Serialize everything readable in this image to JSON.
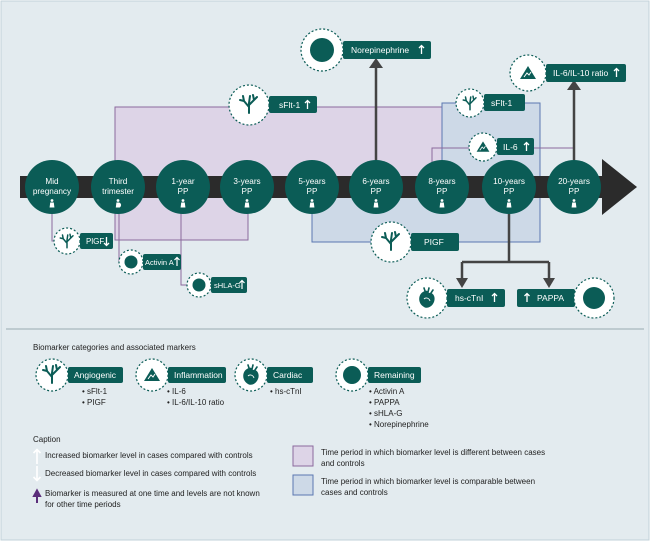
{
  "timeline": {
    "nodes": [
      {
        "label": "Mid pregnancy"
      },
      {
        "label": "Third trimester"
      },
      {
        "label": "1-year PP"
      },
      {
        "label": "3-years PP"
      },
      {
        "label": "5-years PP"
      },
      {
        "label": "6-years PP"
      },
      {
        "label": "8-years PP"
      },
      {
        "label": "10-years PP"
      },
      {
        "label": "20-years PP"
      }
    ]
  },
  "markers": {
    "sflt1_top": "sFlt-1",
    "sflt1_right": "sFlt-1",
    "il6": "IL-6",
    "norepinephrine": "Norepinephrine",
    "il6_il10": "IL-6/IL-10 ratio",
    "plgf_left": "PlGF",
    "activin_a": "Activin A",
    "shla_g": "sHLA-G",
    "plgf_right": "PIGF",
    "hs_ctni": "hs-cTnI",
    "pappa": "PAPPA"
  },
  "legend": {
    "title": "Biomarker categories and associated markers",
    "categories": [
      {
        "name": "Angiogenic",
        "markers": [
          "sFlt-1",
          "PIGF"
        ]
      },
      {
        "name": "Inflammation",
        "markers": [
          "IL-6",
          "IL-6/IL-10 ratio"
        ]
      },
      {
        "name": "Cardiac",
        "markers": [
          "hs-cTnI"
        ]
      },
      {
        "name": "Remaining",
        "markers": [
          "Activin A",
          "PAPPA",
          "sHLA-G",
          "Norepinephrine"
        ]
      }
    ]
  },
  "caption": {
    "title": "Caption",
    "increased": "Increased biomarker level in cases compared with controls",
    "decreased": "Decreased biomarker level in cases compared with controls",
    "single_time": [
      "Biomarker is measured at one time and levels are not known",
      "for other time periods"
    ],
    "different": [
      "Time period in which biomarker level is different between cases",
      "and controls"
    ],
    "comparable": [
      "Time period in which biomarker level is comparable between",
      "cases and controls"
    ]
  },
  "colors": {
    "teal": "#0b5c56",
    "purple_fill": "#ddd4e7",
    "purple_line": "#8b6a9c",
    "blue_fill": "#cdd9e7",
    "blue_line": "#5b77b0",
    "background": "#e3ebef",
    "arrow": "#333333"
  }
}
